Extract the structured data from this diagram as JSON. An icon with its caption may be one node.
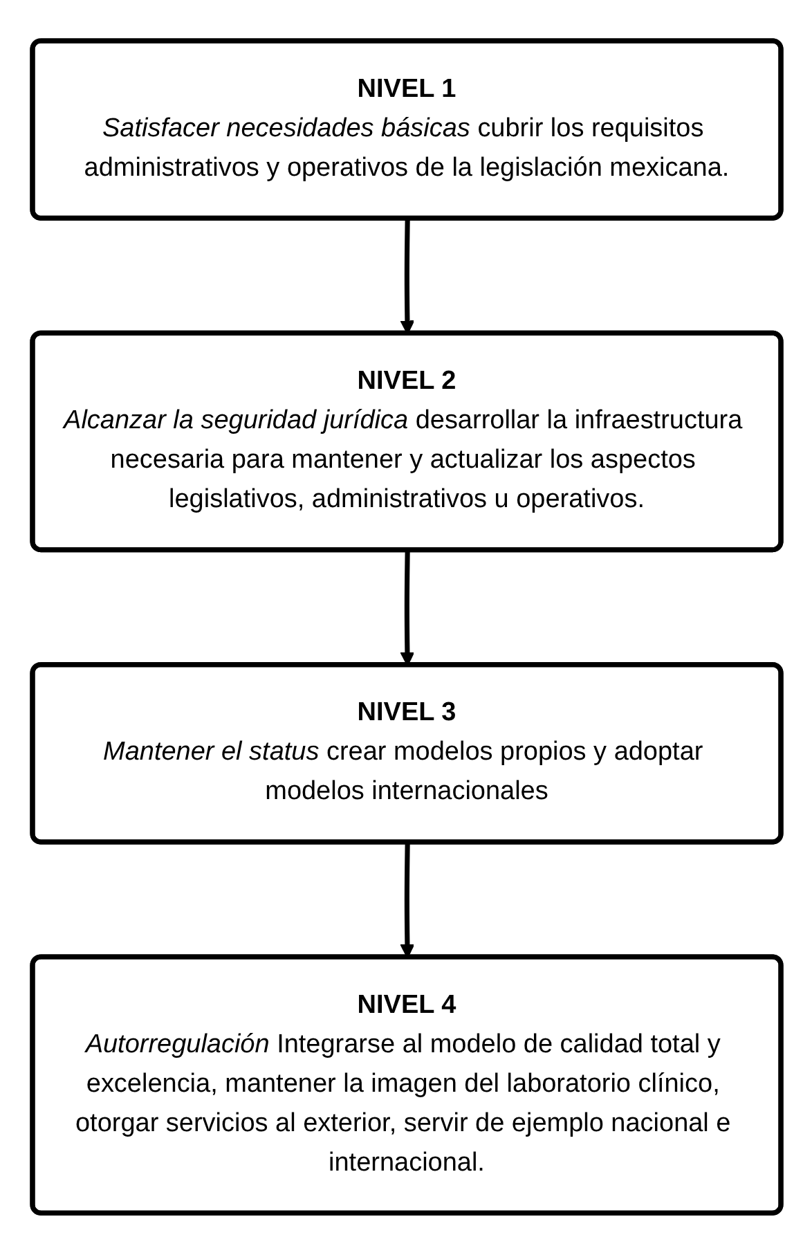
{
  "diagram": {
    "nodes": [
      {
        "text": [
          "NIVEL 1",
          "*Satisfacer necesidades básicas* cubrir los requisitos administrativos y operativos de la legislación mexicana."
        ]
      },
      {
        "text": [
          "NIVEL 2",
          "*Alcanzar la seguridad jurídica* desarrollar la infraestructura necesaria para mantener y actualizar los aspectos legislativos, administrativos u operativos."
        ]
      },
      {
        "text": [
          "NIVEL 3",
          "*Mantener el status* crear modelos propios y adoptar modelos internacionales"
        ]
      },
      {
        "text": [
          "NIVEL 4",
          "*Autorregulación* Integrarse al modelo de calidad total y excelencia, mantener la imagen del laboratorio clínico, otorgar servicios al exterior, servir de ejemplo nacional e internacional."
        ]
      }
    ],
    "edges": [
      {
        "from": 0,
        "to": 1,
        "arrow": "to"
      },
      {
        "from": 1,
        "to": 2,
        "arrow": "to"
      },
      {
        "from": 2,
        "to": 3,
        "arrow": "to"
      }
    ]
  }
}
